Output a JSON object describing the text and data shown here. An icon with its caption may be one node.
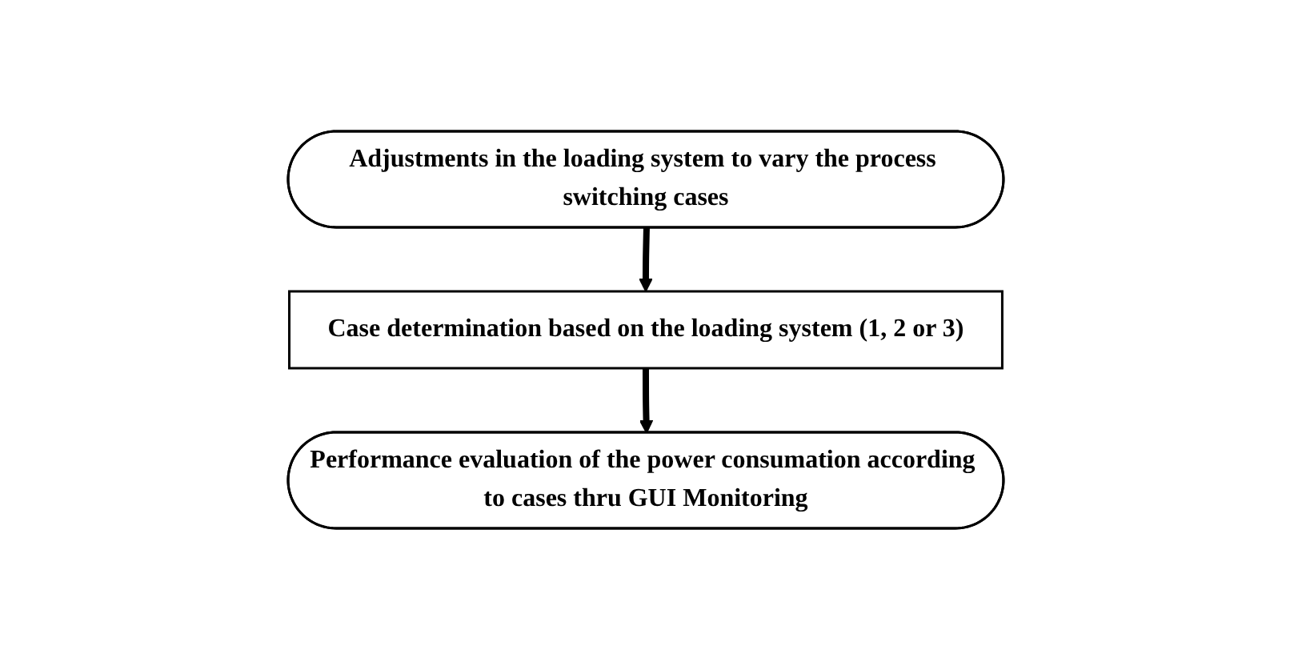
{
  "diagram": {
    "nodes": [
      {
        "text": [
          "Adjustments in the loading system to vary the process switching cases"
        ]
      },
      {
        "text": [
          "Case determination based on the loading system (1, 2 or 3)"
        ]
      },
      {
        "text": [
          "Performance evaluation of the power consumation according to cases thru GUI Monitoring"
        ]
      }
    ],
    "edges": [
      {
        "from": 0,
        "to": 1,
        "arrow": "to"
      },
      {
        "from": 1,
        "to": 2,
        "arrow": "to"
      }
    ]
  }
}
